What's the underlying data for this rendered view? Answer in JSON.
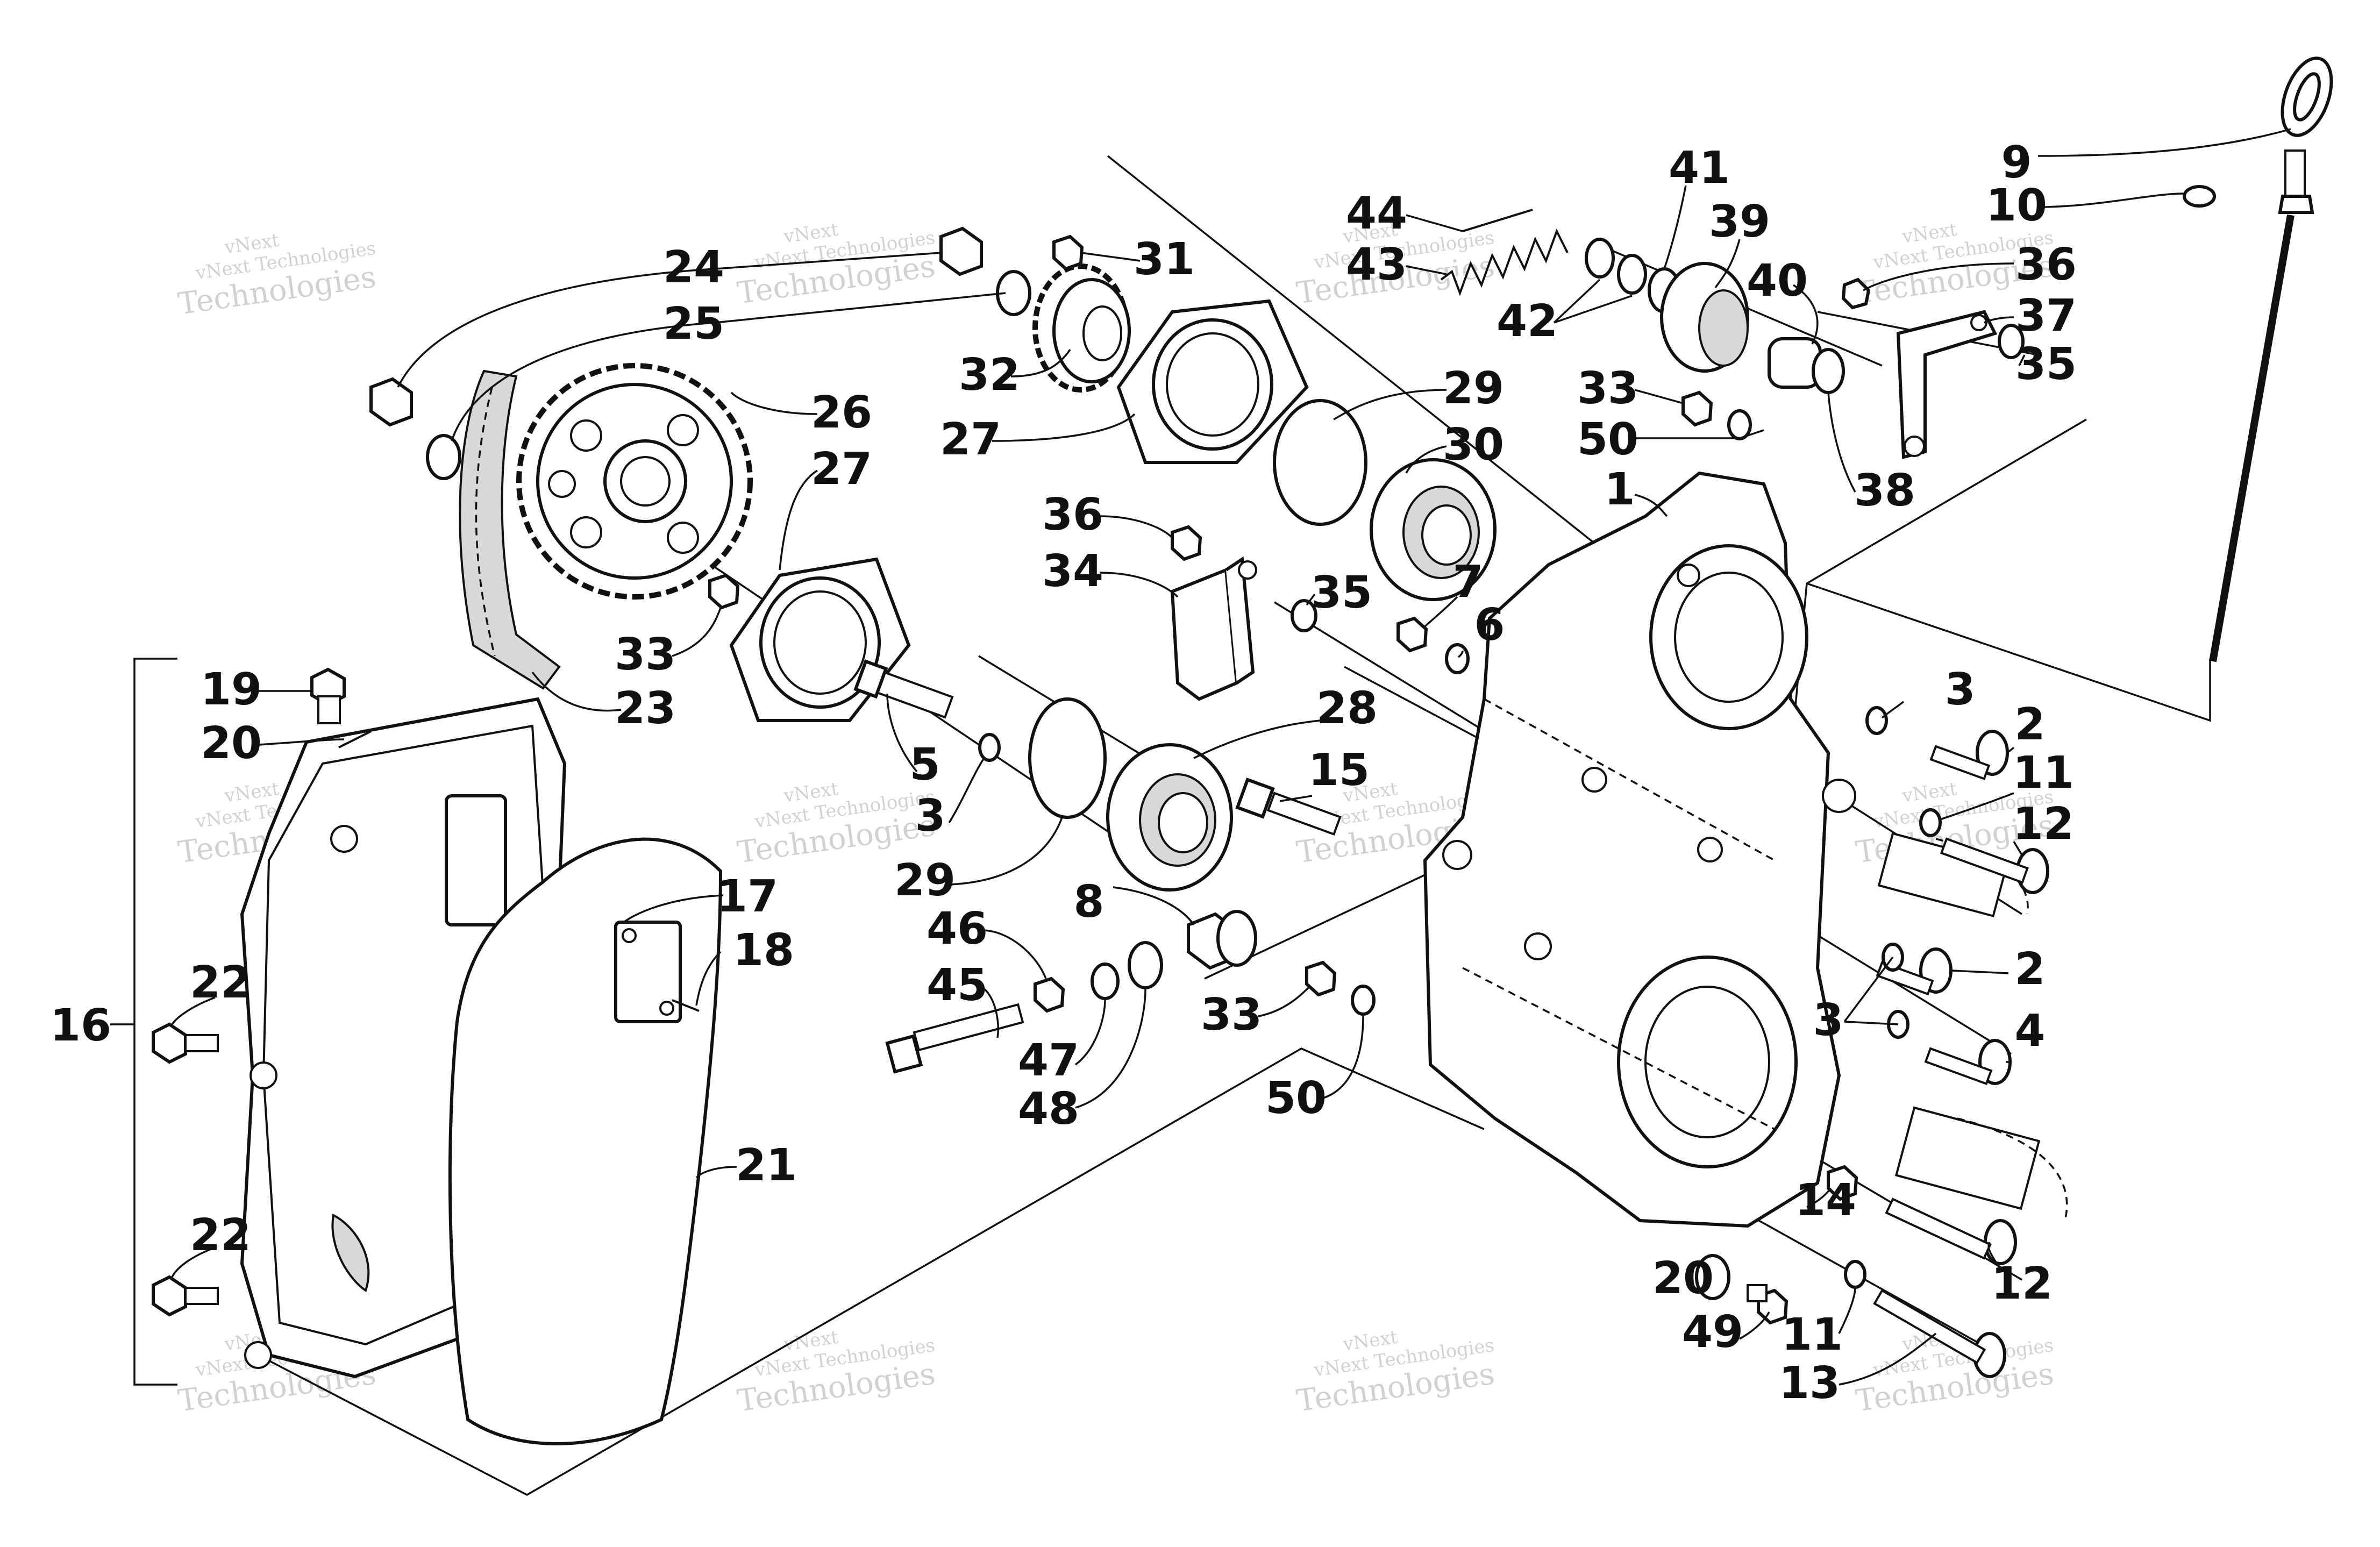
{
  "watermark": {
    "line1": "vNext",
    "line2": "vNext Technologies",
    "line3": "Technologies"
  },
  "labels": [
    {
      "id": "l1",
      "text": "1"
    },
    {
      "id": "l2a",
      "text": "2"
    },
    {
      "id": "l2b",
      "text": "2"
    },
    {
      "id": "l3a",
      "text": "3"
    },
    {
      "id": "l3b",
      "text": "3"
    },
    {
      "id": "l3c",
      "text": "3"
    },
    {
      "id": "l4",
      "text": "4"
    },
    {
      "id": "l5",
      "text": "5"
    },
    {
      "id": "l6",
      "text": "6"
    },
    {
      "id": "l7",
      "text": "7"
    },
    {
      "id": "l8",
      "text": "8"
    },
    {
      "id": "l9",
      "text": "9"
    },
    {
      "id": "l10",
      "text": "10"
    },
    {
      "id": "l11a",
      "text": "11"
    },
    {
      "id": "l11b",
      "text": "11"
    },
    {
      "id": "l12a",
      "text": "12"
    },
    {
      "id": "l12b",
      "text": "12"
    },
    {
      "id": "l13",
      "text": "13"
    },
    {
      "id": "l14",
      "text": "14"
    },
    {
      "id": "l15",
      "text": "15"
    },
    {
      "id": "l16",
      "text": "16"
    },
    {
      "id": "l17",
      "text": "17"
    },
    {
      "id": "l18",
      "text": "18"
    },
    {
      "id": "l19",
      "text": "19"
    },
    {
      "id": "l20a",
      "text": "20"
    },
    {
      "id": "l20b",
      "text": "20"
    },
    {
      "id": "l21",
      "text": "21"
    },
    {
      "id": "l22a",
      "text": "22"
    },
    {
      "id": "l22b",
      "text": "22"
    },
    {
      "id": "l23",
      "text": "23"
    },
    {
      "id": "l24",
      "text": "24"
    },
    {
      "id": "l25",
      "text": "25"
    },
    {
      "id": "l26",
      "text": "26"
    },
    {
      "id": "l27a",
      "text": "27"
    },
    {
      "id": "l27b",
      "text": "27"
    },
    {
      "id": "l28",
      "text": "28"
    },
    {
      "id": "l29a",
      "text": "29"
    },
    {
      "id": "l29b",
      "text": "29"
    },
    {
      "id": "l30",
      "text": "30"
    },
    {
      "id": "l31",
      "text": "31"
    },
    {
      "id": "l32",
      "text": "32"
    },
    {
      "id": "l33a",
      "text": "33"
    },
    {
      "id": "l33b",
      "text": "33"
    },
    {
      "id": "l33c",
      "text": "33"
    },
    {
      "id": "l34",
      "text": "34"
    },
    {
      "id": "l35a",
      "text": "35"
    },
    {
      "id": "l35b",
      "text": "35"
    },
    {
      "id": "l36a",
      "text": "36"
    },
    {
      "id": "l36b",
      "text": "36"
    },
    {
      "id": "l37",
      "text": "37"
    },
    {
      "id": "l38",
      "text": "38"
    },
    {
      "id": "l39",
      "text": "39"
    },
    {
      "id": "l40",
      "text": "40"
    },
    {
      "id": "l41",
      "text": "41"
    },
    {
      "id": "l42",
      "text": "42"
    },
    {
      "id": "l43",
      "text": "43"
    },
    {
      "id": "l44",
      "text": "44"
    },
    {
      "id": "l45",
      "text": "45"
    },
    {
      "id": "l46",
      "text": "46"
    },
    {
      "id": "l47",
      "text": "47"
    },
    {
      "id": "l48",
      "text": "48"
    },
    {
      "id": "l49",
      "text": "49"
    },
    {
      "id": "l50a",
      "text": "50"
    },
    {
      "id": "l50b",
      "text": "50"
    }
  ]
}
